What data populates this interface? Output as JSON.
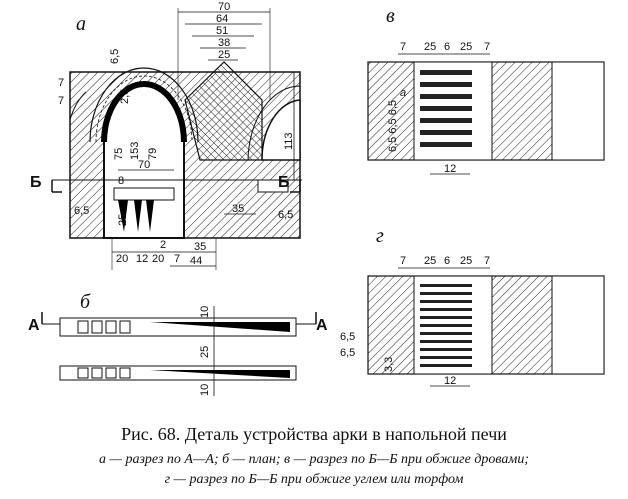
{
  "panels": {
    "a": "а",
    "b": "б",
    "v": "в",
    "g": "г"
  },
  "section_marks": {
    "A_left": "А",
    "A_right": "А",
    "B_left": "Б",
    "B_right": "Б",
    "a_small": "а"
  },
  "dims_a": {
    "top_70": "70",
    "top_64": "64",
    "top_51": "51",
    "top_38": "38",
    "top_25": "25",
    "left_6_5": "6,5",
    "seven_1": "7",
    "seven_2": "7",
    "two_5": "2,5",
    "r_75": "75",
    "r_153": "153",
    "r_79": "79",
    "w_70": "70",
    "eight": "8",
    "h_113": "113",
    "b_6_5": "6,5",
    "dim_35": "35",
    "low_6_5": "6,5",
    "low_25": "25",
    "bot_20": "20",
    "bot_12": "12",
    "bot_2": "2",
    "bot_20b": "20",
    "bot_7": "7",
    "bot_35": "35",
    "bot_44": "44"
  },
  "dims_b": {
    "d10a": "10",
    "d25": "25",
    "d10b": "10"
  },
  "dims_v": {
    "t7a": "7",
    "t25a": "25",
    "t6": "6",
    "t25b": "25",
    "t7b": "7",
    "side": "6,5 6,5 6,5",
    "b12": "12"
  },
  "dims_g": {
    "t7a": "7",
    "t25a": "25",
    "t6": "6",
    "t25b": "25",
    "t7b": "7",
    "s65a": "6,5",
    "s65b": "6,5",
    "s33": "3,3",
    "b12": "12"
  },
  "caption": {
    "title": "Рис. 68. Деталь устройства арки в напольной печи",
    "line1": "а — разрез по А—А; б — план; в — разрез по Б—Б при обжиге дровами;",
    "line2": "г — разрез по Б—Б при обжиге углем или торфом"
  }
}
